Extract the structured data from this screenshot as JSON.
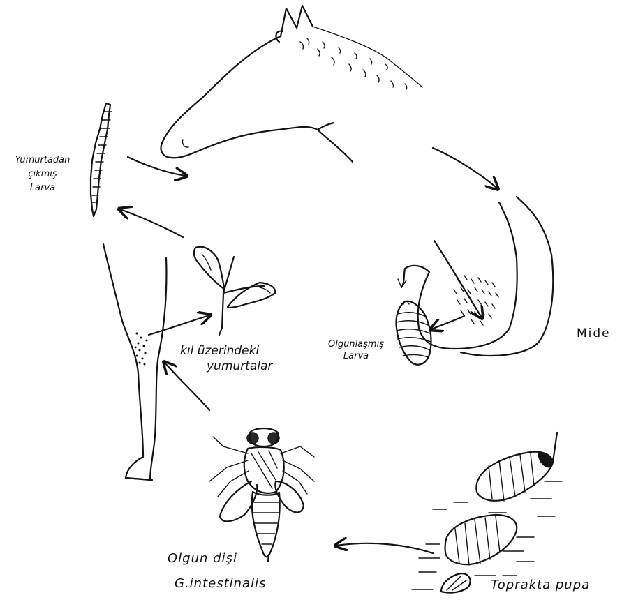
{
  "labels": {
    "hatched_larva": [
      "Yumurtadan",
      "çıkmış",
      "Larva"
    ],
    "eggs_on_hair": [
      "kıl üzerindeki",
      "yumurtalar"
    ],
    "mature_larva": [
      "Olgunlaşmış",
      "Larva"
    ],
    "stomach": "Mide",
    "adult_female": [
      "Olgun dişi",
      "G.intestinalis"
    ],
    "pupa_in_soil": "Toprakta pupa"
  },
  "colors": {
    "ink": "#141414",
    "paper": "#ffffff"
  }
}
